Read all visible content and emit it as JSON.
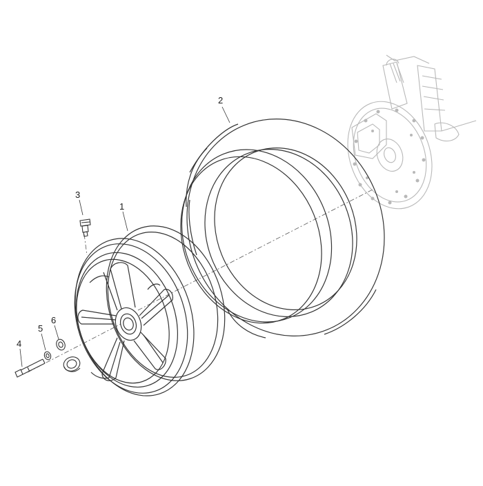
{
  "diagram": {
    "type": "exploded-parts-view",
    "colors": {
      "line": "#333333",
      "faded_line": "#b8b8b8",
      "background": "#ffffff"
    },
    "callouts": [
      {
        "id": "1",
        "label": "1",
        "part": "wheel-rim"
      },
      {
        "id": "2",
        "label": "2",
        "part": "tyre"
      },
      {
        "id": "3",
        "label": "3",
        "part": "tyre-valve"
      },
      {
        "id": "4",
        "label": "4",
        "part": "axle-bolt"
      },
      {
        "id": "5",
        "label": "5",
        "part": "washer"
      },
      {
        "id": "6",
        "label": "6",
        "part": "nut"
      }
    ]
  }
}
